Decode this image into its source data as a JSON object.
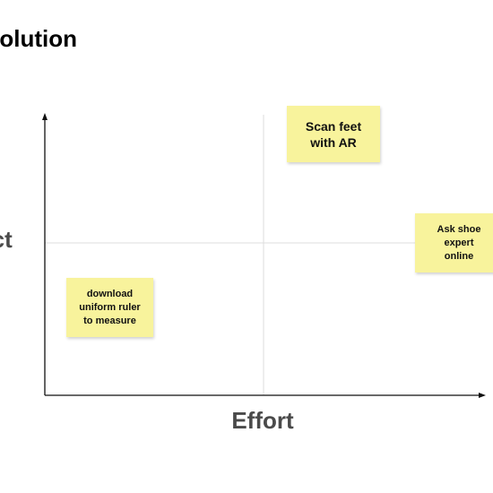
{
  "title": "Solution",
  "axes": {
    "x_label": "Effort",
    "y_label": "Impact"
  },
  "notes": {
    "scan_feet": "Scan feet\nwith AR",
    "ask_expert": "Ask shoe\nexpert\nonline",
    "download_ruler": "download\nuniform ruler\nto measure"
  },
  "colors": {
    "sticky_note": "#f8f39c",
    "axis": "#111111",
    "divider": "#dddddd",
    "axis_label": "#4a4a4a"
  }
}
